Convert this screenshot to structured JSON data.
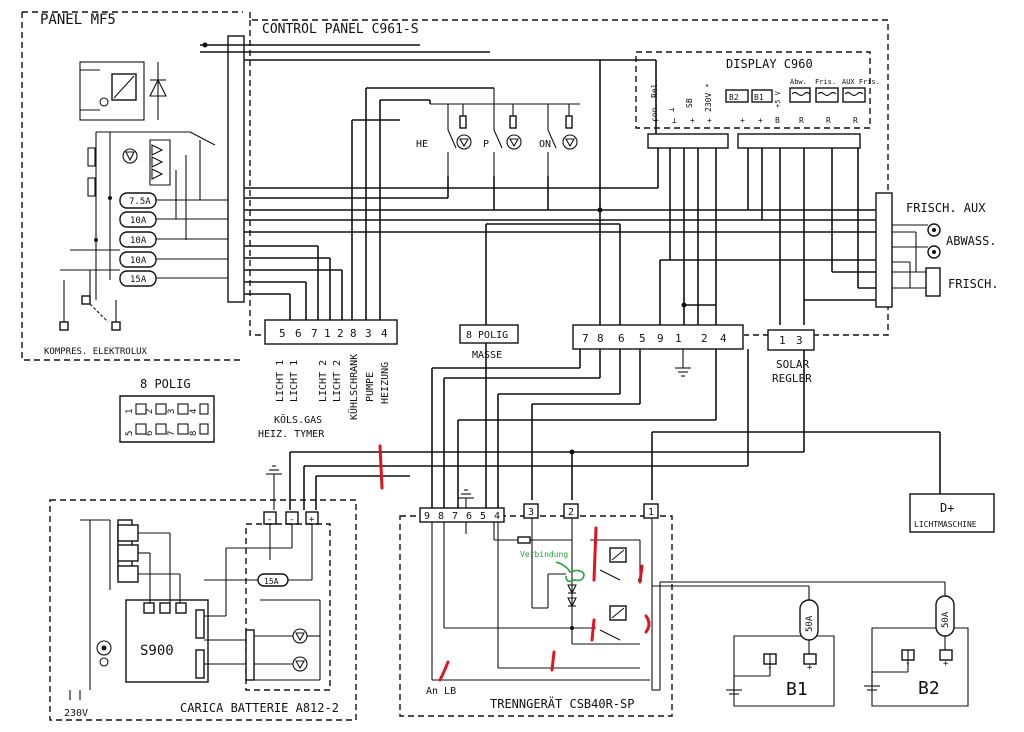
{
  "panels": {
    "panel_mf5": "PANEL MF5",
    "control_panel": "CONTROL PANEL C961-S",
    "display": "DISPLAY C960",
    "kompres": "KOMPRES. ELEKTROLUX",
    "carica": "CARICA BATTERIE A812-2",
    "trenngeraet": "TRENNGERÄT CSB40R-SP"
  },
  "fuses": [
    "7.5A",
    "10A",
    "10A",
    "10A",
    "15A"
  ],
  "switch_labels": [
    "HE",
    "P",
    "ON"
  ],
  "display_terminals": {
    "left": [
      "con. Rel.",
      "⊥",
      "SB",
      "230V ⁴"
    ],
    "left_pins": [
      "+",
      "⊥",
      "+",
      "+"
    ],
    "right_head": [
      "B2",
      "B1",
      "+5 V",
      "Abw.",
      "Fris.",
      "AUX Fris."
    ],
    "right_pins": [
      "+",
      "+",
      "B",
      "R",
      "R",
      "R"
    ]
  },
  "right_labels": [
    "FRISCH. AUX",
    "ABWASS.",
    "FRISCH."
  ],
  "connector_a": {
    "pins": [
      "5",
      "6",
      "7",
      "1",
      "2",
      "8",
      "3",
      "4"
    ],
    "wire_labels": [
      "LICHT 1",
      "LICHT 1",
      "LICHT 2",
      "LICHT 2",
      "KÜHLSCHRANK",
      "PUMPE",
      "HEIZUNG"
    ],
    "sub_labels": [
      "KÖLS.GAS",
      "HEIZ. TYMER"
    ]
  },
  "connector_masse": {
    "label": "8 POLIG",
    "sub": "MASSE"
  },
  "connector_b": {
    "pins": [
      "7",
      "8",
      "6",
      "5",
      "9",
      "1",
      "2",
      "4"
    ]
  },
  "solar": {
    "pins": [
      "1",
      "3"
    ],
    "label": "SOLAR",
    "label2": "REGLER"
  },
  "polig_key": {
    "title": "8 POLIG",
    "top": [
      "1",
      "2",
      "3",
      "4"
    ],
    "bottom": [
      "5",
      "6",
      "7",
      "8"
    ]
  },
  "d_plus": {
    "label": "D+",
    "sub": "LICHTMASCHINE"
  },
  "batteries": {
    "b1": "B1",
    "b2": "B2",
    "fuse": "50A"
  },
  "charger": {
    "unit": "S900",
    "fuse": "15A",
    "mains": "230V",
    "terminals": [
      "-",
      "-",
      "+"
    ]
  },
  "trenn_pins": [
    "9",
    "8",
    "7",
    "6",
    "5",
    "4",
    "3",
    "2",
    "1"
  ],
  "annotations": {
    "verbindung": "Verbindung",
    "an_lb": "An LB"
  },
  "colors": {
    "ink": "#111111",
    "red_mark": "#e0161f",
    "green_mark": "#27a33a"
  }
}
